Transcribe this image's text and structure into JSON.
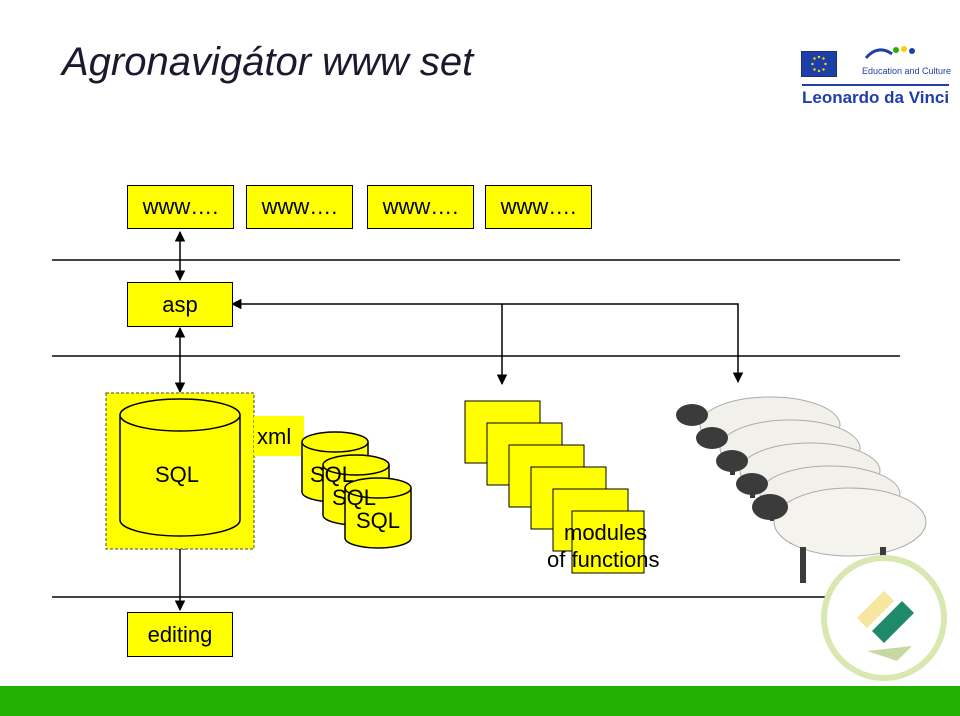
{
  "title": "Agronavigátor www set",
  "logos": {
    "program_small": "Education and Culture",
    "program_big": "Leonardo da Vinci"
  },
  "www_boxes": [
    "www….",
    "www….",
    "www….",
    "www…."
  ],
  "asp_label": "asp",
  "sql_main_label": "SQL",
  "xml_label": "xml",
  "sql_small_labels": [
    "SQL",
    "SQL",
    "SQL"
  ],
  "modules_label_line1": "modules",
  "modules_label_line2": "of functions",
  "editing_label": "editing",
  "colors": {
    "box_fill": "#ffff00",
    "bottom_bar": "#22b100",
    "title_text": "#1a1a2e",
    "logo_blue": "#1f3fa8"
  }
}
